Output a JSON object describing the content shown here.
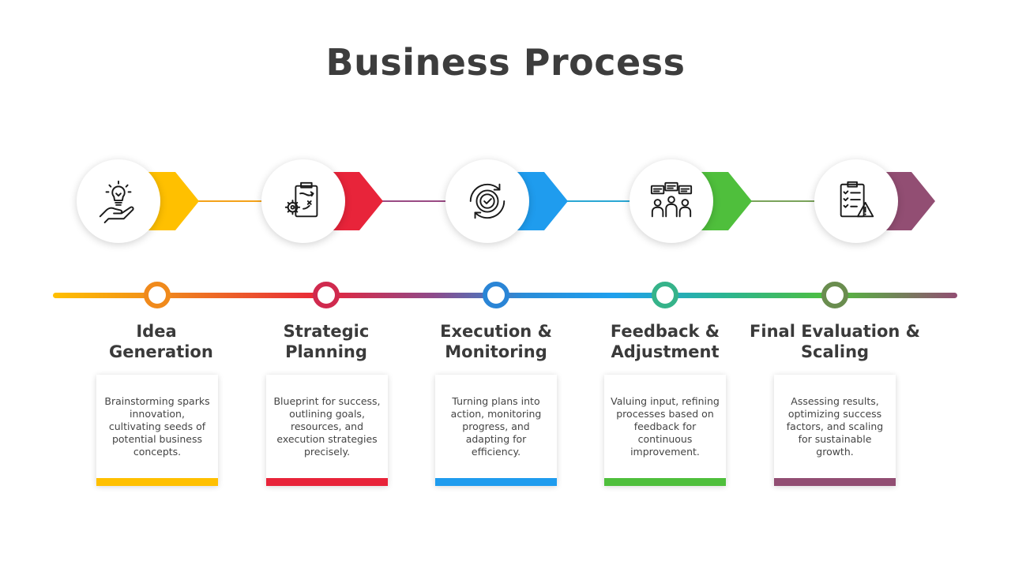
{
  "title": "Business Process",
  "colors": {
    "yellow": "#ffc000",
    "red": "#e8243a",
    "blue": "#1f9cee",
    "green": "#4fbf3c",
    "purple": "#924e73",
    "orange_node": "#f08a1c",
    "crimson_node": "#d02a4e",
    "blue_node": "#2a85d6",
    "teal_node": "#36b38a",
    "olive_node": "#6a8d4f"
  },
  "steps": [
    {
      "title": "Idea Generation",
      "description": "Brainstorming sparks innovation, cultivating seeds of potential business concepts.",
      "icon": "lightbulb-hand-icon"
    },
    {
      "title": "Strategic Planning",
      "description": "Blueprint for success, outlining goals, resources, and execution strategies precisely.",
      "icon": "strategy-clipboard-icon"
    },
    {
      "title": "Execution & Monitoring",
      "description": "Turning plans into action, monitoring progress, and adapting for efficiency.",
      "icon": "gear-check-icon"
    },
    {
      "title": "Feedback & Adjustment",
      "description": "Valuing input, refining processes based on feedback for continuous improvement.",
      "icon": "team-feedback-icon"
    },
    {
      "title": "Final Evaluation & Scaling",
      "description": "Assessing results, optimizing success factors, and scaling for sustainable growth.",
      "icon": "checklist-warning-icon"
    }
  ]
}
